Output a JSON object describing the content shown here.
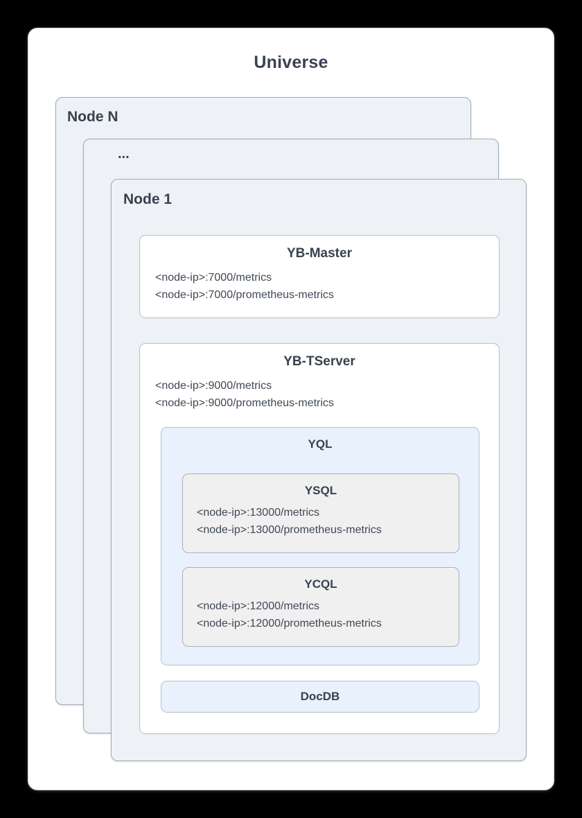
{
  "universe": {
    "title": "Universe",
    "node_n_label": "Node N",
    "ellipsis_label": "...",
    "node_1_label": "Node 1"
  },
  "yb_master": {
    "title": "YB-Master",
    "endpoints": [
      "<node-ip>:7000/metrics",
      "<node-ip>:7000/prometheus-metrics"
    ]
  },
  "yb_tserver": {
    "title": "YB-TServer",
    "endpoints": [
      "<node-ip>:9000/metrics",
      "<node-ip>:9000/prometheus-metrics"
    ]
  },
  "yql": {
    "title": "YQL",
    "ysql": {
      "title": "YSQL",
      "endpoints": [
        "<node-ip>:13000/metrics",
        "<node-ip>:13000/prometheus-metrics"
      ]
    },
    "ycql": {
      "title": "YCQL",
      "endpoints": [
        "<node-ip>:12000/metrics",
        "<node-ip>:12000/prometheus-metrics"
      ]
    }
  },
  "docdb": {
    "title": "DocDB"
  },
  "colors": {
    "page_background": "#000000",
    "card_background": "#ffffff",
    "node_background": "#eef1f6",
    "node_border": "#9fabb8",
    "component_background": "#ffffff",
    "component_border": "#b6c0cb",
    "api_layer_background": "#e9f1fd",
    "subcomponent_background": "#f0f0f1",
    "title_text": "#38414e",
    "endpoint_text": "#3f4854"
  }
}
